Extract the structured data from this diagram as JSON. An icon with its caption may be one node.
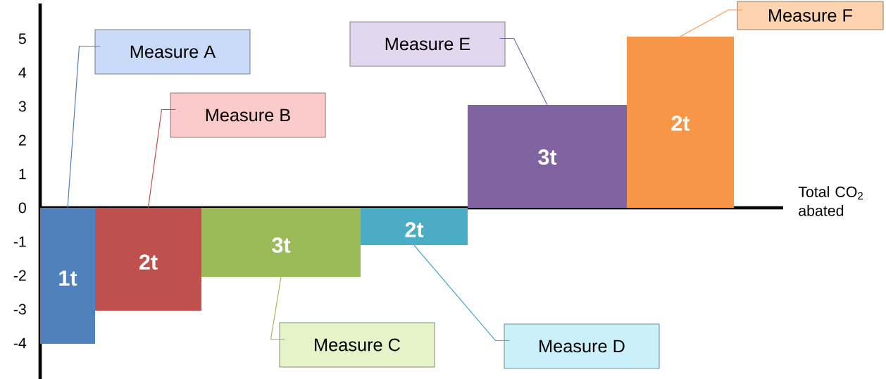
{
  "diagram": {
    "nodes": [
      {
        "text": [
          "1t"
        ]
      },
      {
        "text": [
          "2t"
        ]
      },
      {
        "text": [
          "3t"
        ]
      },
      {
        "text": [
          "2t"
        ]
      },
      {
        "text": [
          "3t"
        ]
      },
      {
        "text": [
          "2t"
        ]
      },
      {
        "text": [
          "Measure A"
        ]
      },
      {
        "text": [
          "Measure B"
        ]
      },
      {
        "text": [
          "Measure C"
        ]
      },
      {
        "text": [
          "Measure D"
        ]
      },
      {
        "text": [
          "Measure E"
        ]
      },
      {
        "text": [
          "Measure F"
        ]
      }
    ],
    "edges": [
      {
        "from": 6,
        "to": 0,
        "arrow": "none",
        "color": "#4f81bd"
      },
      {
        "from": 7,
        "to": 1,
        "arrow": "none",
        "color": "#c0504d"
      },
      {
        "from": 8,
        "to": 2,
        "arrow": "none",
        "color": "#9bbb59"
      },
      {
        "from": 9,
        "to": 3,
        "arrow": "none",
        "color": "#4bacc6"
      },
      {
        "from": 10,
        "to": 4,
        "arrow": "none",
        "color": "#8064a2"
      },
      {
        "from": 11,
        "to": 5,
        "arrow": "none",
        "color": "#f79646"
      }
    ],
    "labels": [
      "5",
      "4",
      "3",
      "2",
      "1",
      "0",
      "-1",
      "-2",
      "-3",
      "-4",
      "Total CO$_{2}$ abated"
    ]
  }
}
